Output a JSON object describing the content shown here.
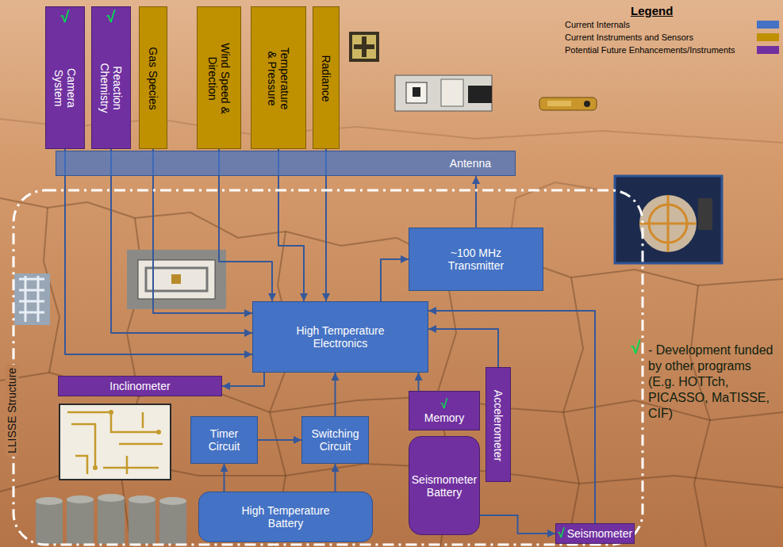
{
  "diagram": {
    "nodes": [
      {
        "text": [
          "√",
          "Camera System"
        ]
      },
      {
        "text": [
          "√",
          "Reaction Chemistry"
        ]
      },
      {
        "text": [
          "Gas Species"
        ]
      },
      {
        "text": [
          "Wind Speed & Direction"
        ]
      },
      {
        "text": [
          "Temperature & Pressure"
        ]
      },
      {
        "text": [
          "Radiance"
        ]
      },
      {
        "text": [
          "Antenna"
        ]
      },
      {
        "text": [
          "LLISSE Structure"
        ]
      },
      {
        "text": [
          "~100 MHz Transmitter"
        ],
        "in": 7
      },
      {
        "text": [
          "High Temperature Electronics"
        ],
        "in": 7
      },
      {
        "text": [
          "Inclinometer"
        ],
        "in": 7
      },
      {
        "text": [
          "Timer Circuit"
        ],
        "in": 7
      },
      {
        "text": [
          "Switching Circuit"
        ],
        "in": 7
      },
      {
        "text": [
          "√",
          "Memory"
        ],
        "in": 7
      },
      {
        "text": [
          "Accelerometer"
        ],
        "in": 7
      },
      {
        "text": [
          "Seismometer Battery"
        ],
        "in": 7
      },
      {
        "text": [
          "High Temperature Battery"
        ],
        "in": 7
      },
      {
        "text": [
          "√",
          "Seismometer"
        ]
      }
    ],
    "edges": [
      {
        "from": 0,
        "to": 9,
        "arrow": "to"
      },
      {
        "from": 1,
        "to": 9,
        "arrow": "to"
      },
      {
        "from": 2,
        "to": 9,
        "arrow": "to"
      },
      {
        "from": 3,
        "to": 9,
        "arrow": "to"
      },
      {
        "from": 4,
        "to": 9,
        "arrow": "to"
      },
      {
        "from": 5,
        "to": 9,
        "arrow": "to"
      },
      {
        "from": 9,
        "to": 10,
        "arrow": "to"
      },
      {
        "from": 11,
        "to": 12,
        "arrow": "to"
      },
      {
        "from": 12,
        "to": 9,
        "arrow": "to"
      },
      {
        "from": 16,
        "to": 11,
        "arrow": "to"
      },
      {
        "from": 16,
        "to": 12,
        "arrow": "to"
      },
      {
        "from": 13,
        "to": 9,
        "arrow": "to"
      },
      {
        "from": 14,
        "to": 9,
        "arrow": "to"
      },
      {
        "from": 17,
        "to": 9,
        "arrow": "to"
      },
      {
        "from": 15,
        "to": 17,
        "arrow": "to"
      },
      {
        "from": 9,
        "to": 8,
        "arrow": "to"
      },
      {
        "from": 8,
        "to": 6,
        "arrow": "to"
      }
    ],
    "labels": [
      "Legend",
      "√",
      "- Development funded by other programs (E.g. HOTTch, PICASSO, MaTISSE, CIF)"
    ],
    "legend": [
      {
        "text": "Current Internals",
        "color": "#4472C4"
      },
      {
        "text": "Current Instruments and Sensors",
        "color": "#BF9000"
      },
      {
        "text": "Potential Future Enhancements/Instruments",
        "color": "#7030A0"
      }
    ]
  }
}
